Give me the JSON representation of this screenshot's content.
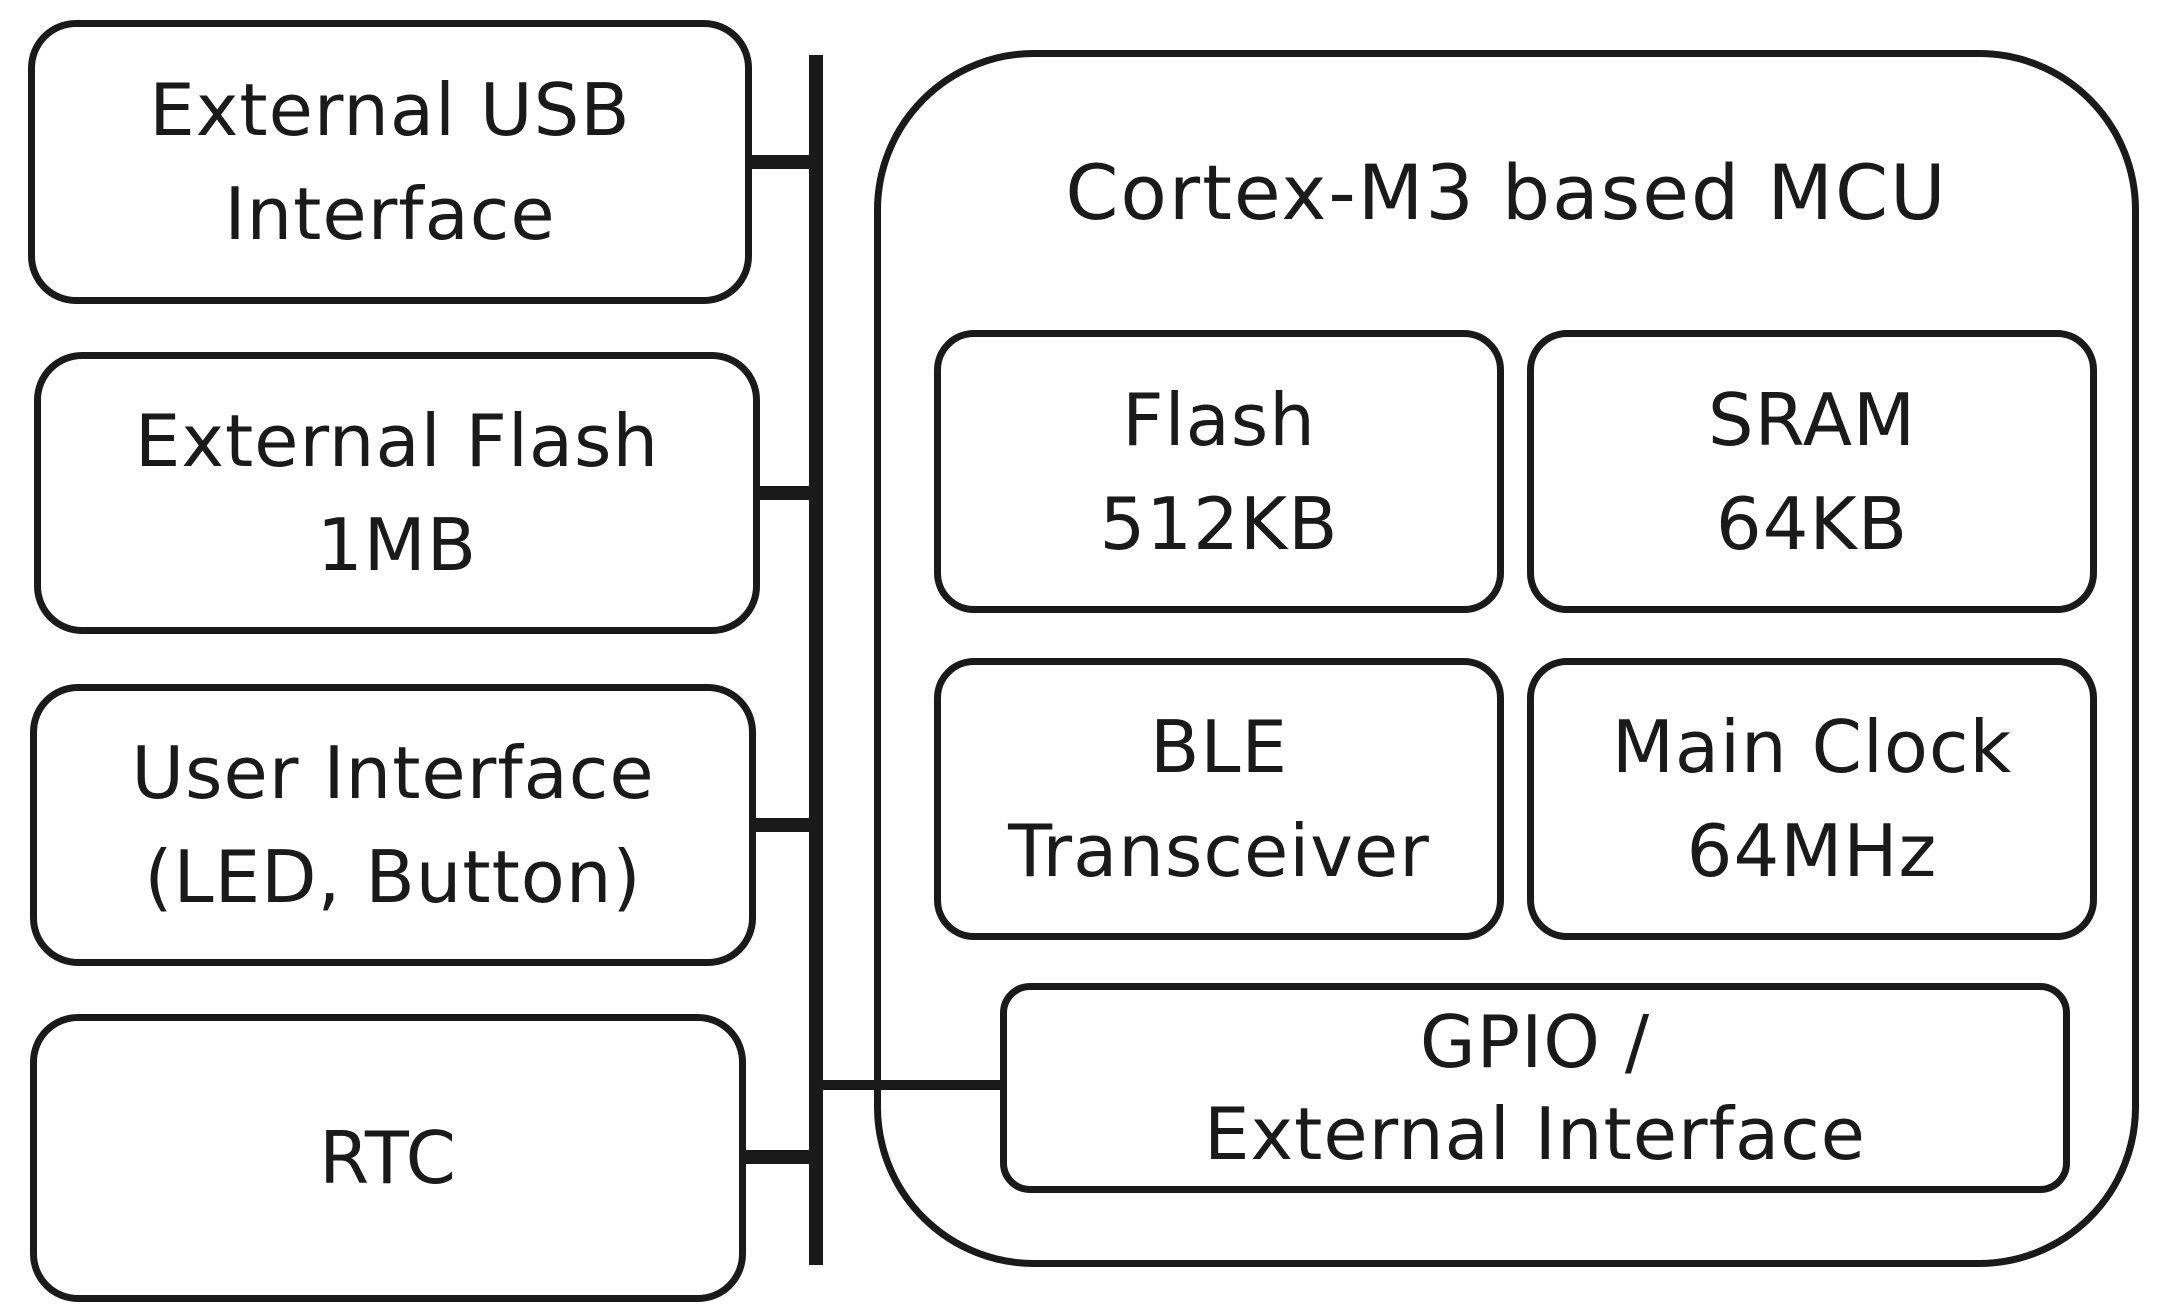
{
  "external_blocks": {
    "usb": {
      "line1": "External USB",
      "line2": "Interface"
    },
    "flash": {
      "line1": "External Flash",
      "line2": "1MB"
    },
    "user_interface": {
      "line1": "User Interface",
      "line2": "(LED, Button)"
    },
    "rtc": {
      "line1": "RTC"
    }
  },
  "mcu": {
    "title": "Cortex-M3 based MCU",
    "flash": {
      "line1": "Flash",
      "line2": "512KB"
    },
    "sram": {
      "line1": "SRAM",
      "line2": "64KB"
    },
    "ble": {
      "line1": "BLE",
      "line2": "Transceiver"
    },
    "clock": {
      "line1": "Main Clock",
      "line2": "64MHz"
    },
    "gpio": {
      "line1": "GPIO /",
      "line2": "External Interface"
    }
  }
}
